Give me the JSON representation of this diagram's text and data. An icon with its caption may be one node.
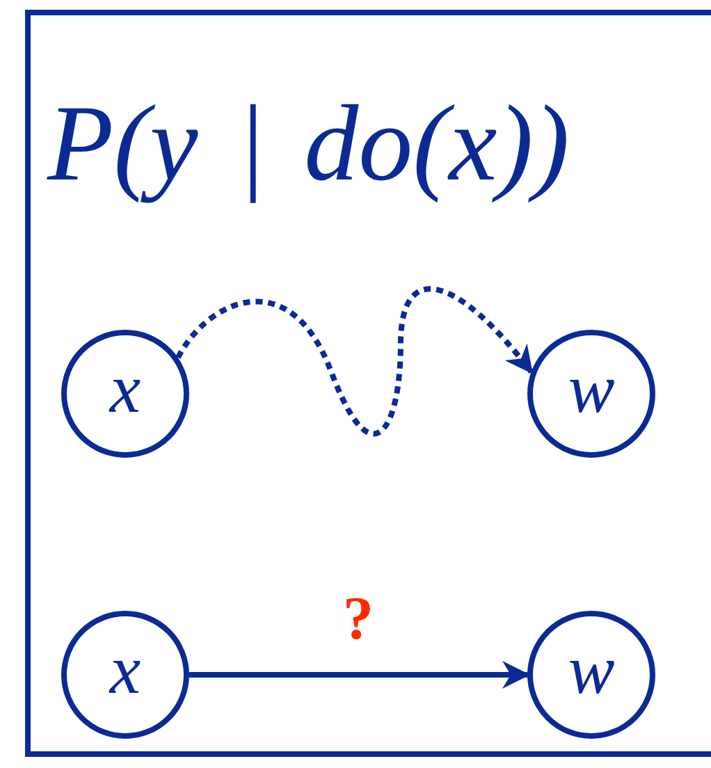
{
  "diagram": {
    "title": "P(y | do(x))",
    "nodes": [
      {
        "text": [
          "x"
        ]
      },
      {
        "text": [
          "w"
        ]
      },
      {
        "text": [
          "x"
        ]
      },
      {
        "text": [
          "w"
        ]
      }
    ],
    "edges": [
      {
        "from": 0,
        "to": 1,
        "arrow": "to",
        "style": "dashed"
      },
      {
        "from": 2,
        "to": 3,
        "arrow": "to",
        "label": "?"
      }
    ]
  }
}
